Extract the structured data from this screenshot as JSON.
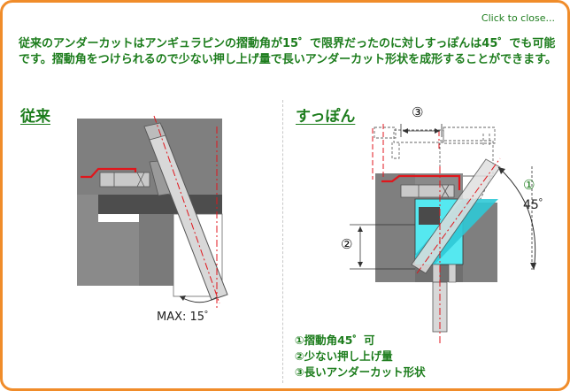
{
  "close_link": "Click to close...",
  "intro_text": "従来のアンダーカットはアンギュラピンの摺動角が15゜で限界だったのに対しすっぽんは45゜でも可能です。摺動角をつけられるので少ない押し上げ量で長いアンダーカット形状を成形することができます。",
  "sections": {
    "conventional": {
      "title": "従来",
      "max_label": "MAX: 15゜"
    },
    "suppon": {
      "title": "すっぽん",
      "angle_marker": "①",
      "angle_value": "45゜",
      "marker_2": "②",
      "marker_3": "③"
    }
  },
  "legend": [
    "①摺動角45゜可",
    "②少ない押し上げ量",
    "③長いアンダーカット形状"
  ],
  "colors": {
    "frame_border": "#f08c2a",
    "text_green": "#1d7d1d",
    "mold_gray": "#7f7f7f",
    "slide_cyan": "#55e8f0",
    "red_line": "#e0161c"
  }
}
